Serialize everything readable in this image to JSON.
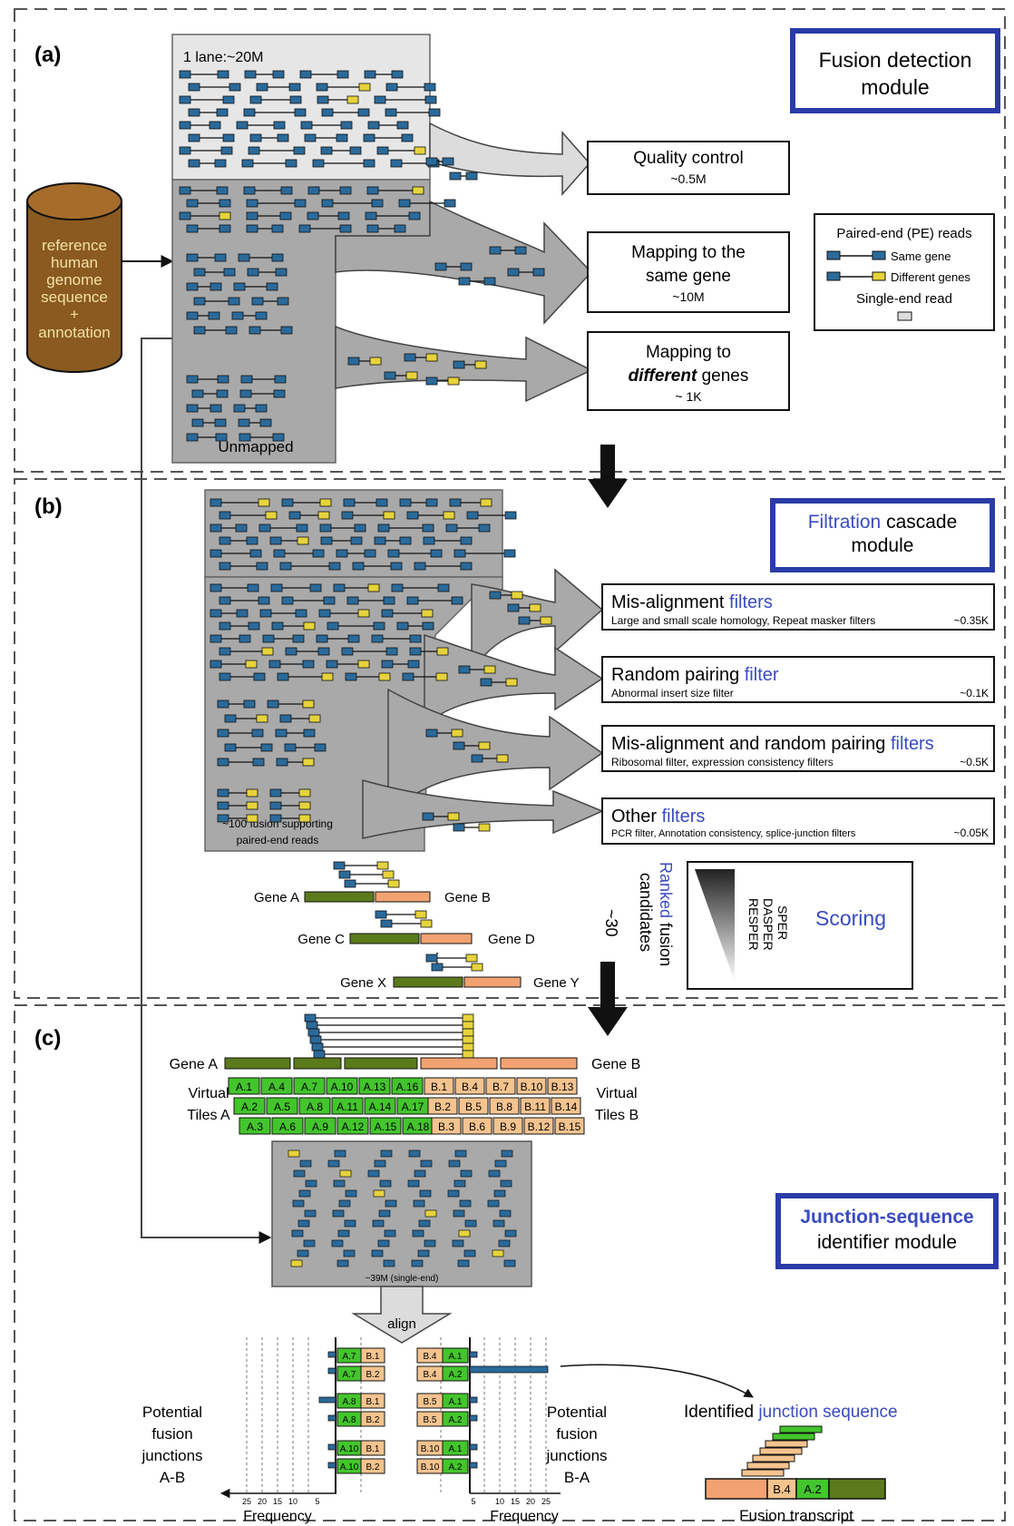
{
  "panels": {
    "a": {
      "label": "(a)"
    },
    "b": {
      "label": "(b)"
    },
    "c": {
      "label": "(c)"
    }
  },
  "modules": {
    "fusion_detection": [
      "Fusion detection",
      "module"
    ],
    "filtration": {
      "highlight": "Filtration",
      "rest": " cascade",
      "line2": "module"
    },
    "junction": {
      "highlight": "Junction-sequence",
      "line2": "identifier module"
    }
  },
  "reference_db": [
    "reference",
    "human",
    "genome",
    "sequence",
    "+",
    "annotation"
  ],
  "lane": {
    "label": "1 lane:~20M",
    "unmapped": "Unmapped"
  },
  "outcomes": [
    {
      "title": [
        "Quality control"
      ],
      "count": "~0.5M"
    },
    {
      "title": [
        "Mapping to the",
        "same gene"
      ],
      "count": "~10M"
    },
    {
      "title_plain": "Mapping to",
      "title_bold": "different",
      "title_rest": " genes",
      "count": "~ 1K"
    }
  ],
  "legend": {
    "title": "Paired-end (PE) reads",
    "same_gene": "Same gene",
    "different_genes": "Different genes",
    "single_end": "Single-end read"
  },
  "filters": [
    {
      "title": "Mis-alignment ",
      "highlight": "filters",
      "desc": "Large and small scale homology, Repeat masker filters",
      "count": "~0.35K"
    },
    {
      "title": "Random pairing ",
      "highlight": "filter",
      "desc": "Abnormal insert size filter",
      "count": "~0.1K"
    },
    {
      "title": "Mis-alignment and random pairing ",
      "highlight": "filters",
      "desc": "Ribosomal filter, expression consistency filters",
      "count": "~0.5K"
    },
    {
      "title": "Other ",
      "highlight": "filters",
      "desc": "PCR filter, Annotation consistency, splice-junction filters",
      "count": "~0.05K"
    }
  ],
  "fusion_support": [
    "~100 fusion supporting",
    "paired-end reads"
  ],
  "gene_pairs": [
    {
      "left": "Gene A",
      "right": "Gene B"
    },
    {
      "left": "Gene C",
      "right": "Gene D"
    },
    {
      "left": "Gene X",
      "right": "Gene Y"
    }
  ],
  "ranked": {
    "highlight": "Ranked",
    "rest": " fusion",
    "line2": "candidates",
    "count": "~30"
  },
  "scoring": {
    "label": "Scoring",
    "methods": [
      "SPER",
      "DASPER",
      "RESPER"
    ]
  },
  "tiles": {
    "gene_a": "Gene A",
    "gene_b": "Gene B",
    "virtual_a": [
      "Virtual",
      "Tiles A"
    ],
    "virtual_b": [
      "Virtual",
      "Tiles B"
    ],
    "rows_a": [
      [
        "A.1",
        "A.4",
        "A.7",
        "A.10",
        "A.13",
        "A.16"
      ],
      [
        "A.2",
        "A.5",
        "A.8",
        "A.11",
        "A.14",
        "A.17"
      ],
      [
        "A.3",
        "A.6",
        "A.9",
        "A.12",
        "A.15",
        "A.18"
      ]
    ],
    "rows_b": [
      [
        "B.1",
        "B.4",
        "B.7",
        "B.10",
        "B.13"
      ],
      [
        "B.2",
        "B.5",
        "B.8",
        "B.11",
        "B.14"
      ],
      [
        "B.3",
        "B.6",
        "B.9",
        "B.12",
        "B.15"
      ]
    ]
  },
  "single_end": {
    "label": "~39M (single-end)",
    "align": "align"
  },
  "junction_pairs": {
    "left": [
      [
        "A.7",
        "B.1"
      ],
      [
        "A.7",
        "B.2"
      ],
      [
        "A.8",
        "B.1"
      ],
      [
        "A.8",
        "B.2"
      ],
      [
        "A.10",
        "B.1"
      ],
      [
        "A.10",
        "B.2"
      ]
    ],
    "right": [
      [
        "B.4",
        "A.1"
      ],
      [
        "B.4",
        "A.2"
      ],
      [
        "B.5",
        "A.1"
      ],
      [
        "B.5",
        "A.2"
      ],
      [
        "B.10",
        "A.1"
      ],
      [
        "B.10",
        "A.2"
      ]
    ]
  },
  "axis": {
    "ticks": [
      "25",
      "20",
      "15",
      "10",
      "5"
    ],
    "ticks_right": [
      "5",
      "10",
      "15",
      "20",
      "25"
    ],
    "label": "Frequency"
  },
  "potential_ab": [
    "Potential",
    "fusion",
    "junctions",
    "A-B"
  ],
  "potential_ba": [
    "Potential",
    "fusion",
    "junctions",
    "B-A"
  ],
  "identified": {
    "plain": "Identified ",
    "highlight": "junction sequence"
  },
  "transcript": {
    "label": "Fusion transcript",
    "left_tile": "B.4",
    "right_tile": "A.2"
  },
  "colors": {
    "module_border": "#2b3ba8",
    "accent_text": "#3a4bc0",
    "read_block": "#2a6a9a",
    "read_yellow": "#e6d33c",
    "gene_green": "#5b7a1c",
    "gene_orange": "#f2a271",
    "tile_green": "#43c52c",
    "tile_orange": "#f5c38e",
    "panel_gray": "#aaaaaa",
    "db_brown": "#8a5a20"
  }
}
